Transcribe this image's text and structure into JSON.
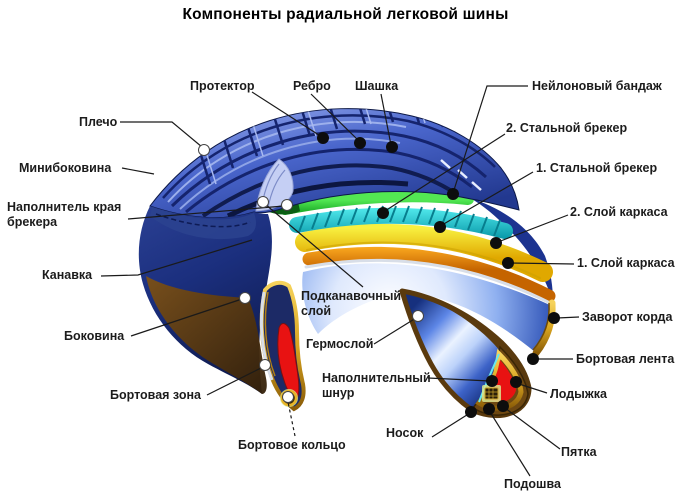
{
  "title": "Компоненты радиальной легковой шины",
  "labels": {
    "protektor": "Протектор",
    "rebro": "Ребро",
    "shashka": "Шашка",
    "neilon": "Нейлоновый бандаж",
    "breker2": "2. Стальной брекер",
    "breker1": "1. Стальной брекер",
    "karkas2": "2. Слой каркаса",
    "karkas1": "1. Слой каркаса",
    "zavorot": "Заворот корда",
    "lenta": "Бортовая лента",
    "lodyzhka": "Лодыжка",
    "pyatka": "Пятка",
    "podoshva": "Подошва",
    "nosok": "Носок",
    "koltso": "Бортовое кольцо",
    "shnur": "Наполнительный\nшнур",
    "germo": "Гермослой",
    "podkanav": "Подканавочный\nслой",
    "zona": "Бортовая зона",
    "bokovina": "Боковина",
    "kanavka": "Канавка",
    "napolnitel": "Наполнитель края\nбрекера",
    "minibok": "Минибоковина",
    "plecho": "Плечо"
  },
  "colors": {
    "background": "#ffffff",
    "tread_blue": "#2c49ae",
    "sidewall_navy": "#16266e",
    "sidewall_brown": "#5a3a0e",
    "nylon_band_green": "#18c428",
    "belt_edge_filler_dark_green": "#0b5e14",
    "steel_belt_cyan": "#17d8dc",
    "carcass_ply2_yellow": "#f2e200",
    "carcass_ply1_orange": "#f08c00",
    "bead_filler_red": "#e81212",
    "bead_gold": "#d9a520",
    "inner_liner_blue": "#5b86e8",
    "leader_line": "#1a1a1a"
  }
}
